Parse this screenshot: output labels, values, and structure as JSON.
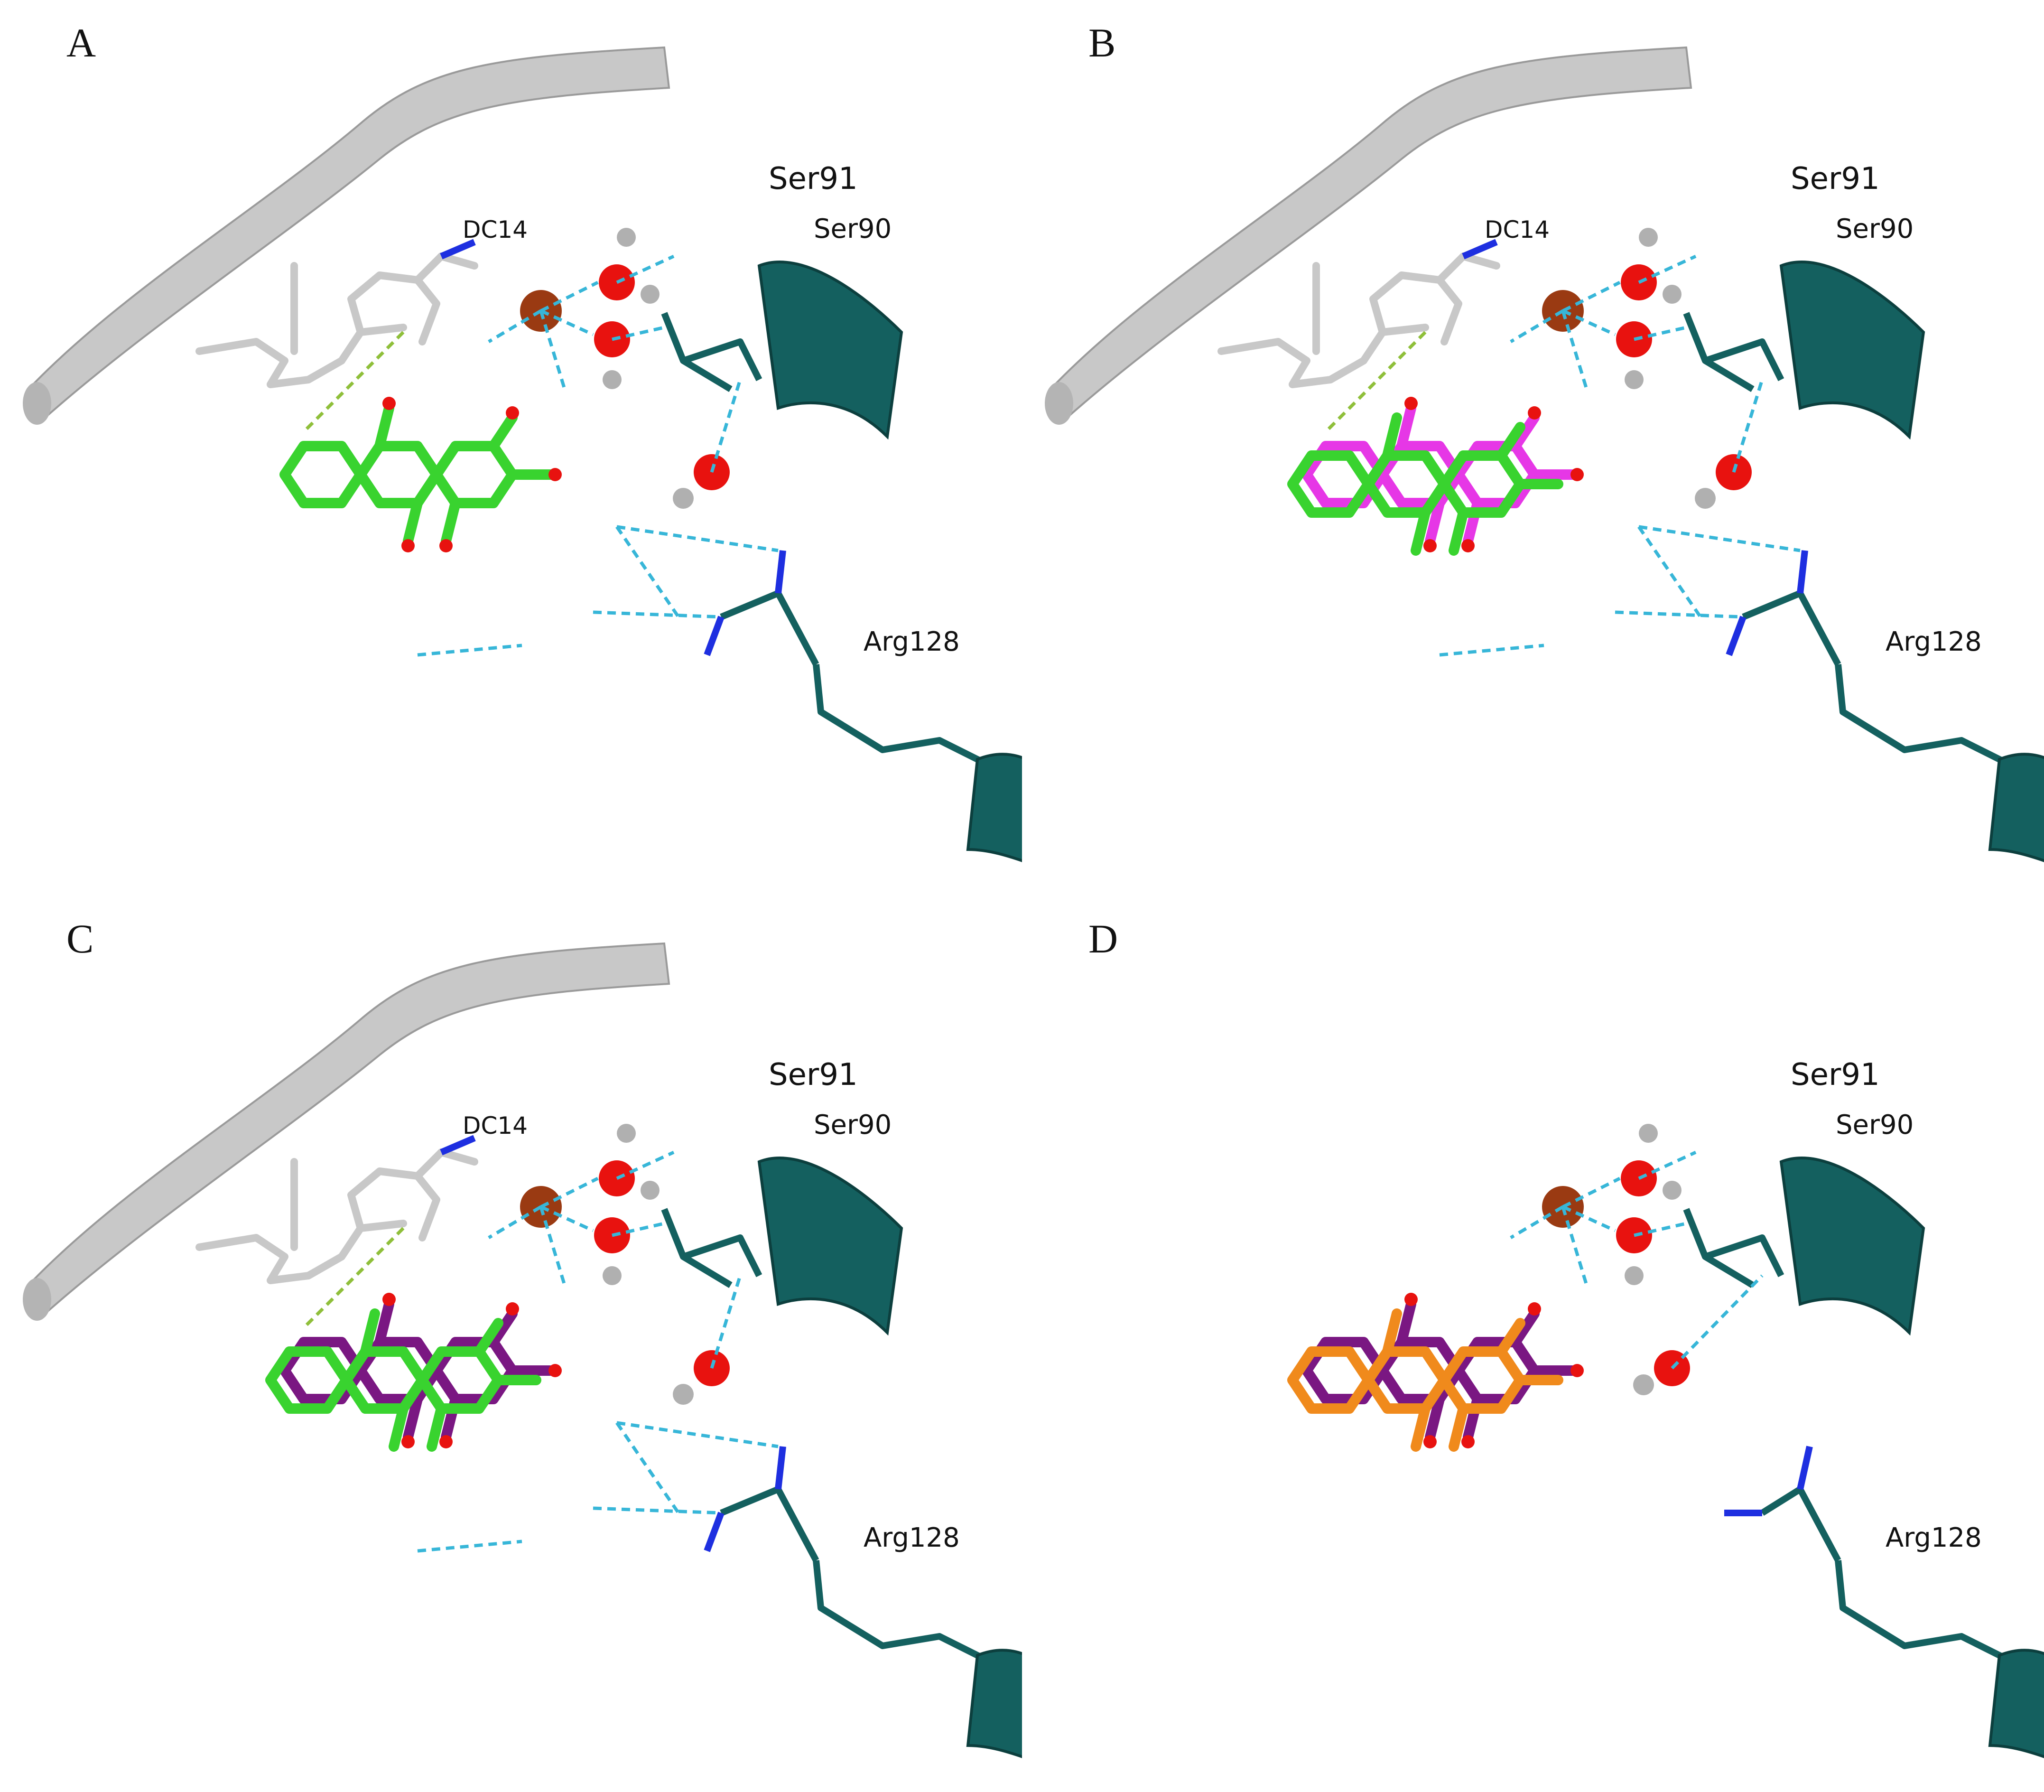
{
  "panels": [
    {
      "letter": "A",
      "ligand_colors": [
        "#39d32f"
      ],
      "show_dna": true,
      "arg_bound": true
    },
    {
      "letter": "B",
      "ligand_colors": [
        "#e637e6",
        "#39d32f"
      ],
      "show_dna": true,
      "arg_bound": true
    },
    {
      "letter": "C",
      "ligand_colors": [
        "#7a1782",
        "#39d32f"
      ],
      "show_dna": true,
      "arg_bound": true
    },
    {
      "letter": "D",
      "ligand_colors": [
        "#7a1782",
        "#f08a1c"
      ],
      "show_dna": false,
      "arg_bound": false
    }
  ],
  "labels": {
    "ser91": "Ser91",
    "ser90": "Ser90",
    "dc14": "DC14",
    "arg128": "Arg128"
  },
  "colors": {
    "dna_backbone": "#c8c8c8",
    "protein": "#14605f",
    "oxygen": "#e8120f",
    "nitrogen": "#1e2fe0",
    "hydrogen": "#b0b0b0",
    "metal_ion": "#9a3a12",
    "hbond": "#37b6d8",
    "pi_stack": "#8fbf3a"
  }
}
